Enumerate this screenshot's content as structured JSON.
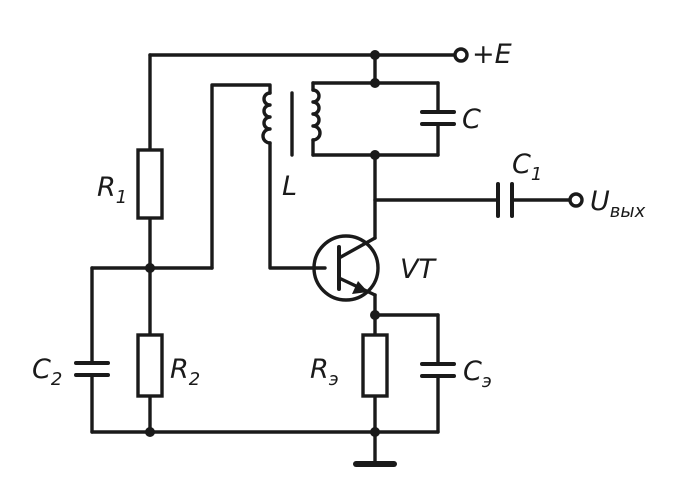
{
  "labels": {
    "power": "+E",
    "output": "U",
    "output_sub": "вых",
    "r1": "R",
    "r1_sub": "1",
    "r2": "R",
    "r2_sub": "2",
    "re": "R",
    "re_sub": "э",
    "c": "C",
    "c1": "C",
    "c1_sub": "1",
    "c2": "C",
    "c2_sub": "2",
    "ce": "C",
    "ce_sub": "э",
    "inductor": "L",
    "transistor": "VT"
  }
}
